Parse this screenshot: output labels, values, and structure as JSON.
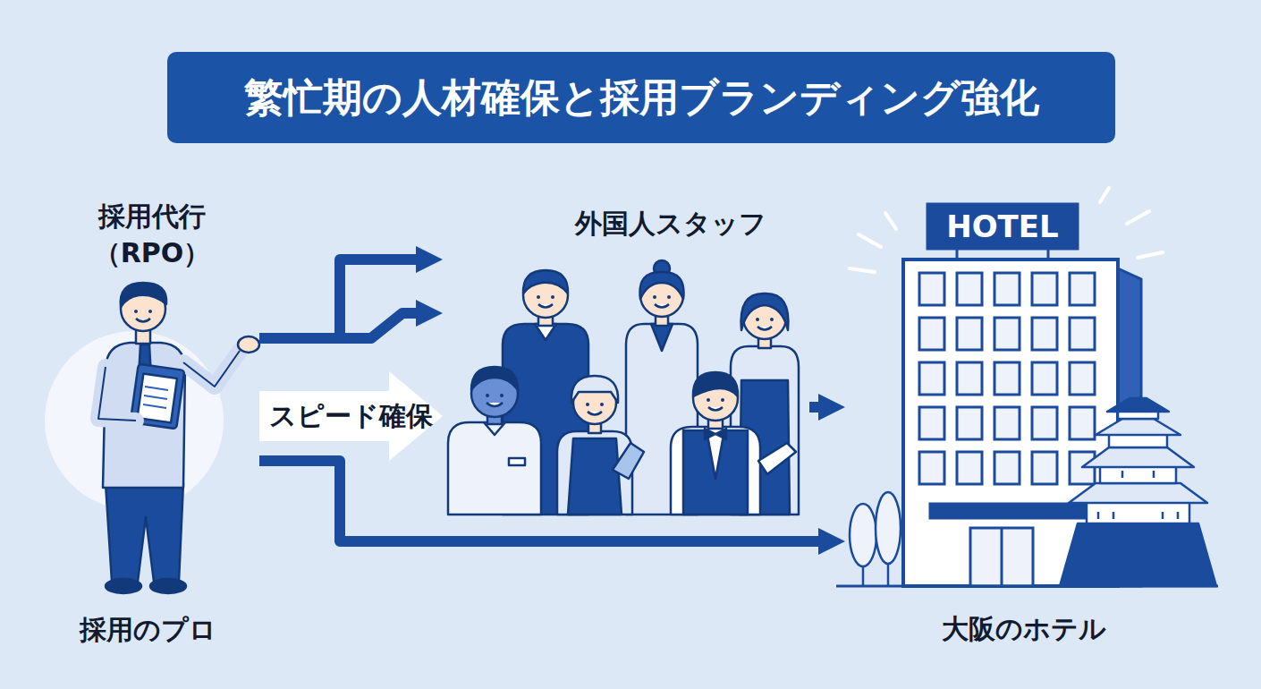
{
  "diagram": {
    "title": "繁忙期の人材確保と採用ブランディング強化",
    "nodes": [
      {
        "text": [
          "採用代行 （RPO）",
          "採用のプロ"
        ]
      },
      {
        "text": [
          "外国人スタッフ"
        ]
      },
      {
        "text": [
          "HOTEL",
          "大阪のホテル"
        ]
      }
    ],
    "edges": [
      {
        "from": 0,
        "to": 1,
        "arrow": "to",
        "label": "スピード確保"
      },
      {
        "from": 0,
        "to": 1,
        "arrow": "to"
      },
      {
        "from": 0,
        "to": 1,
        "arrow": "to"
      },
      {
        "from": 1,
        "to": 2,
        "arrow": "to"
      },
      {
        "from": 0,
        "to": 2,
        "arrow": "to"
      }
    ]
  }
}
